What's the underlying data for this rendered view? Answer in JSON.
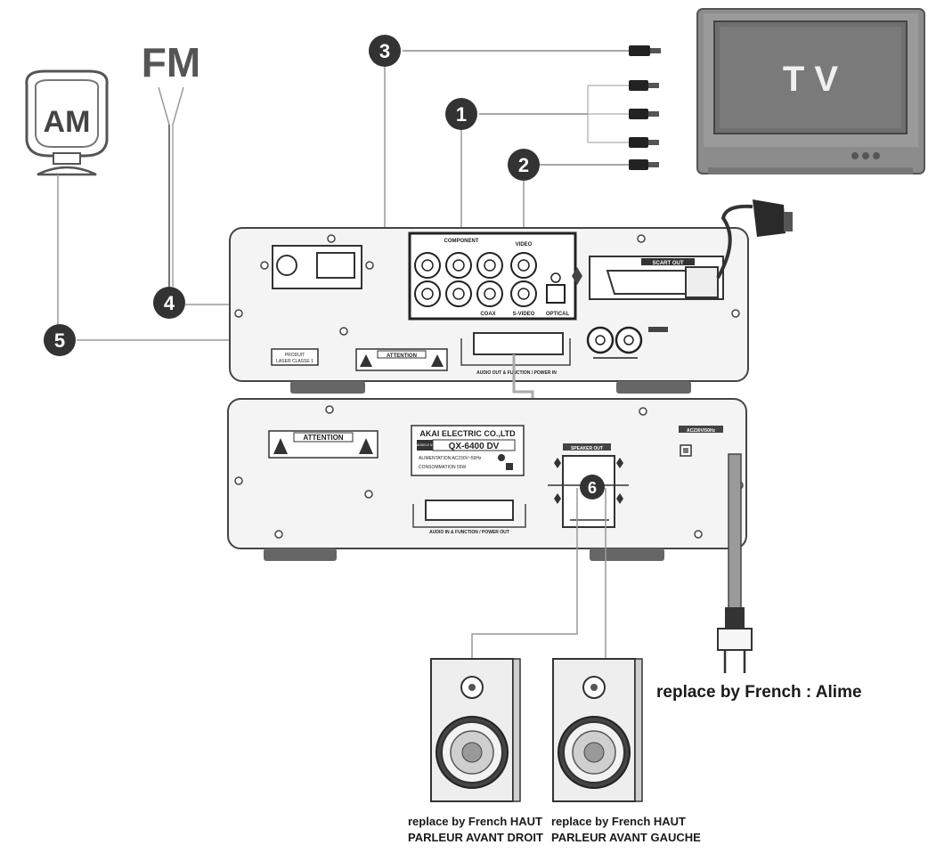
{
  "antennas": {
    "am_label": "AM",
    "fm_label": "FM"
  },
  "tv": {
    "label": "T V"
  },
  "callouts": [
    "1",
    "2",
    "3",
    "4",
    "5",
    "6"
  ],
  "dvd_unit": {
    "component_label": "COMPONENT",
    "video_label": "VIDEO",
    "scart_label": "SCART OUT",
    "jack_labels": [
      "COAX",
      "S-VIDEO",
      "OPTICAL"
    ],
    "audio_out_label": "AUDIO OUT & FUNCTION / POWER IN",
    "laser_label_line1": "PRODUIT",
    "laser_label_line2": "LASER CLASSE 1",
    "attention_label": "ATTENTION"
  },
  "amp_unit": {
    "attention_label": "ATTENTION",
    "brand": "AKAI ELECTRIC CO.,LTD",
    "model_tag": "MODELE N°",
    "model": "QX-6400 DV",
    "power_rating": "ALIMENTATION AC230V~50Hz",
    "consumption": "CONSOMMATION 55W",
    "speaker_out_label": "SPEAKER OUT",
    "audio_in_label": "AUDIO IN & FUNCTION / POWER OUT",
    "ac_label": "AC230V/50Hz"
  },
  "power_note": "replace by French : Alime",
  "speakers": {
    "right_caption_line1": "replace by French HAUT",
    "right_caption_line2": "PARLEUR AVANT DROIT",
    "left_caption_line1": "replace by French  HAUT",
    "left_caption_line2": "PARLEUR AVANT GAUCHE"
  }
}
